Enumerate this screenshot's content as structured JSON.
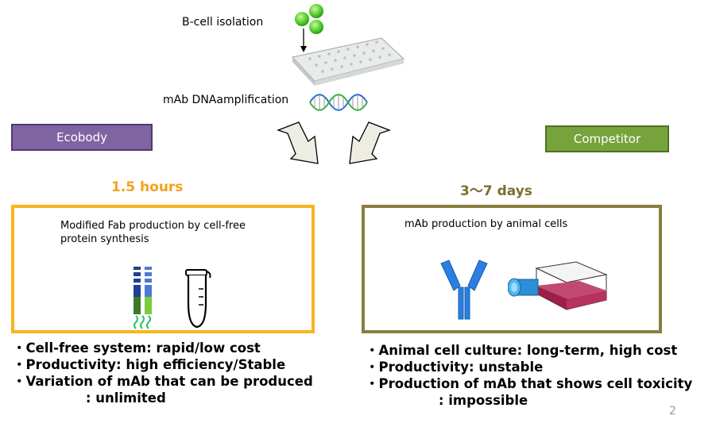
{
  "top": {
    "bcell_label": "B-cell isolation",
    "dna_label": "mAb DNAamplification"
  },
  "ecobody": {
    "tag": "Ecobody",
    "time": "1.5 hours",
    "box_text": [
      "Modified Fab production by cell-free",
      "protein synthesis"
    ],
    "bullets": [
      "・Cell-free system: rapid/low cost",
      "・Productivity: high efficiency/Stable",
      "・Variation of mAb that can be produced",
      "                : unlimited"
    ]
  },
  "competitor": {
    "tag": "Competitor",
    "time": "3～7 days",
    "box_text": "mAb production by animal cells",
    "bullets": [
      "・Animal cell culture: long-term, high cost",
      "・Productivity: unstable",
      "・Production of mAb that shows cell toxicity",
      "                : impossible"
    ]
  },
  "page_number": "2",
  "colors": {
    "ecobody_tag": "#8064a2",
    "competitor_tag": "#77a33c",
    "ecobody_accent": "#f5a11a",
    "competitor_accent": "#7d6f2e"
  }
}
